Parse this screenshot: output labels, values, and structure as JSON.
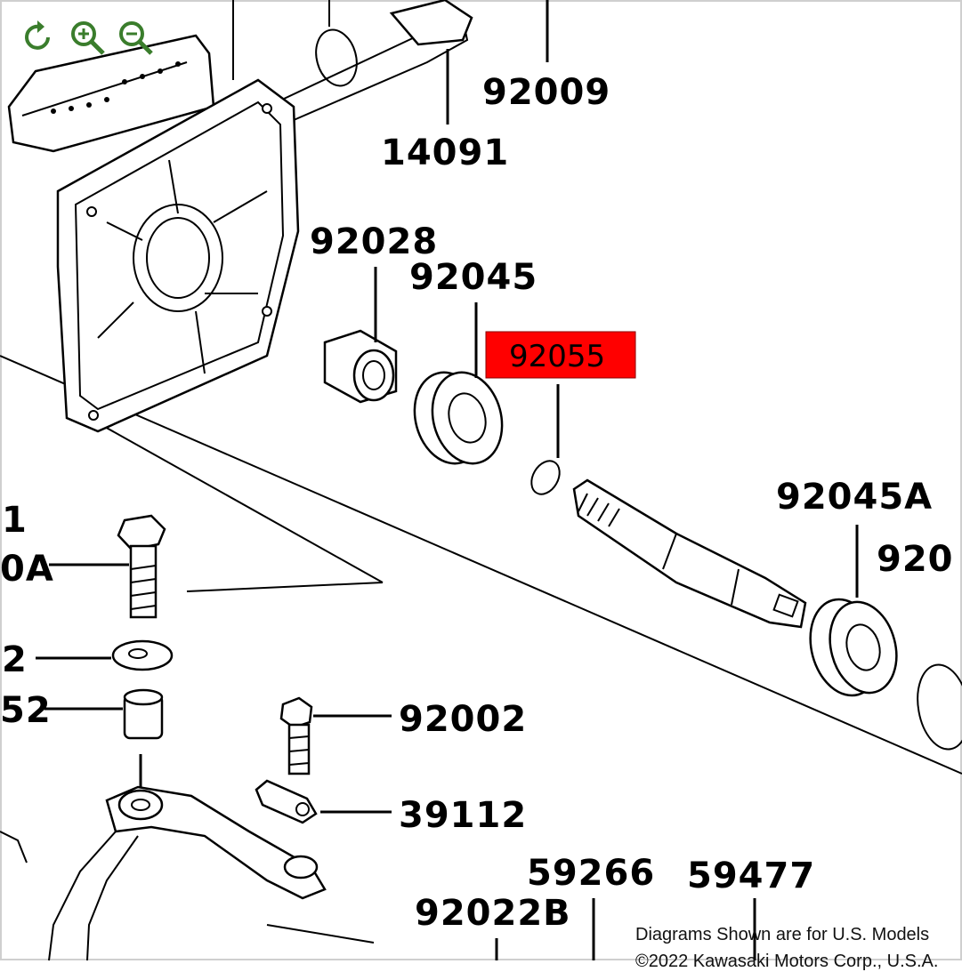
{
  "toolbar": {
    "icons": [
      "reset-icon",
      "zoom-in-icon",
      "zoom-out-icon"
    ],
    "color": "#3a7d2c"
  },
  "highlight": {
    "part_number": "92055",
    "color": "#ff0000"
  },
  "labels": {
    "p92009": "92009",
    "p14091": "14091",
    "p92028": "92028",
    "p92045": "92045",
    "p92045A": "92045A",
    "p920_partial": "920",
    "p1_partial": "1",
    "p0A_partial": "0A",
    "p2_partial": "2",
    "p52_partial": "52",
    "p92002": "92002",
    "p39112": "39112",
    "p59266": "59266",
    "p59477": "59477",
    "p92022B": "92022B"
  },
  "footer": {
    "line1": "Diagrams Shown are for U.S. Models",
    "line2": "©2022 Kawasaki Motors Corp., U.S.A."
  }
}
